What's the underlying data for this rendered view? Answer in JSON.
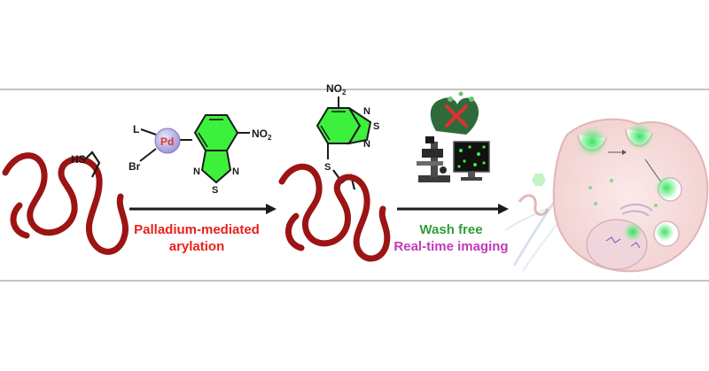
{
  "labels": {
    "pd": "Pd",
    "l": "L",
    "br": "Br",
    "no2_reagent": "NO",
    "no2_reagent_sub": "2",
    "s_reagent": "S",
    "n_reagent_top": "N",
    "n_reagent_bottom": "N",
    "hs": "HS",
    "no2_product": "NO",
    "no2_product_sub": "2",
    "n_product_top": "N",
    "n_product_bottom": "N",
    "s_product_ring": "S",
    "s_product_link": "S"
  },
  "arrow1_text": {
    "line1": "Palladium-mediated",
    "line2": "arylation"
  },
  "arrow2_text": {
    "line1": "Wash free",
    "line2": "Real-time imaging"
  },
  "colors": {
    "protein": "#9c1414",
    "ring_green": "#3cf03c",
    "pd_circle": "#b8b4e6",
    "pd_text": "#e0342c",
    "red_text": "#e8211d",
    "green_text": "#2f9e3a",
    "magenta_text": "#c23ab8",
    "frame": "#8a8a8a"
  }
}
